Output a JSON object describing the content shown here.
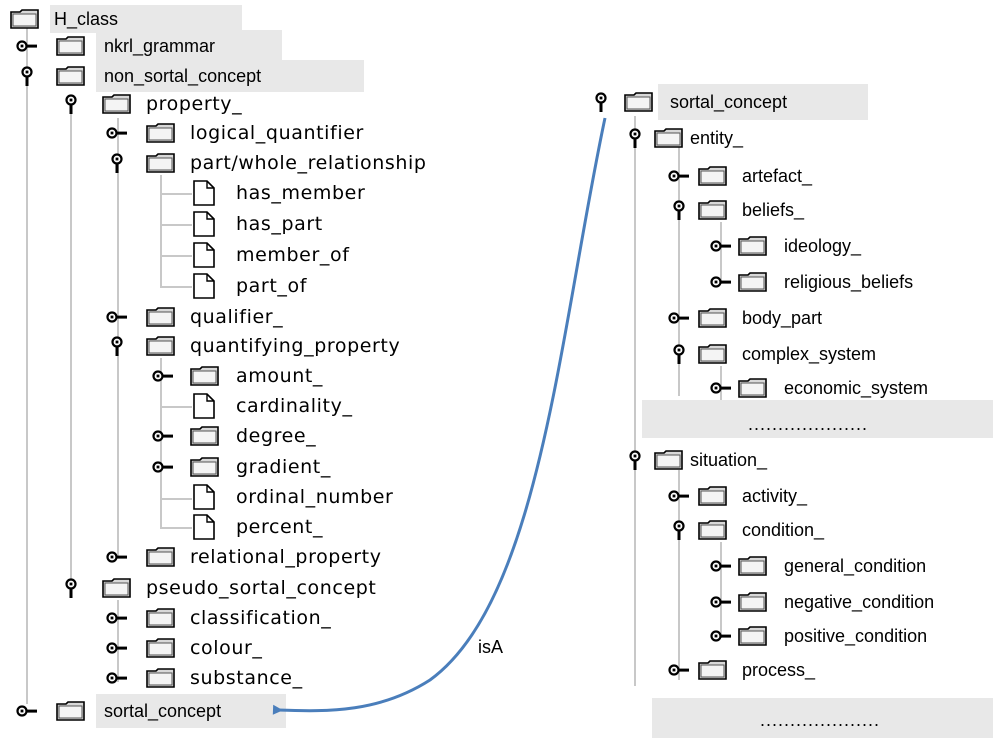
{
  "left_tree": {
    "root": "H_class",
    "nkrl_grammar": "nkrl_grammar",
    "non_sortal_concept": "non_sortal_concept",
    "property": "property_",
    "logical_quantifier": "logical_quantifier",
    "part_whole": "part/whole_relationship",
    "has_member": "has_member",
    "has_part": "has_part",
    "member_of": "member_of",
    "part_of": "part_of",
    "qualifier": "qualifier_",
    "quantifying_property": "quantifying_property",
    "amount": "amount_",
    "cardinality": "cardinality_",
    "degree": "degree_",
    "gradient": "gradient_",
    "ordinal_number": "ordinal_number",
    "percent": "percent_",
    "relational_property": "relational_property",
    "pseudo_sortal_concept": "pseudo_sortal_concept",
    "classification": "classification_",
    "colour": "colour_",
    "substance": "substance_",
    "sortal_concept": "sortal_concept"
  },
  "right_tree": {
    "root": "sortal_concept",
    "entity": "entity_",
    "artefact": "artefact_",
    "beliefs": "beliefs_",
    "ideology": "ideology_",
    "religious_beliefs": "religious_beliefs",
    "body_part": "body_part",
    "complex_system": "complex_system",
    "economic_system": "economic_system",
    "ellipsis_1": "....................",
    "situation": "situation_",
    "activity": "activity_",
    "condition": "condition_",
    "general_condition": "general_condition",
    "negative_condition": "negative_condition",
    "positive_condition": "positive_condition",
    "process": "process_",
    "ellipsis_2": "...................."
  },
  "relation": {
    "label": "isA"
  },
  "icons": {
    "key": "key-icon",
    "folder": "folder-icon",
    "document": "document-icon"
  },
  "colors": {
    "arrow": "#4a7ebb",
    "highlight": "#e8e8e8",
    "tree_line": "#c8c8c8"
  }
}
